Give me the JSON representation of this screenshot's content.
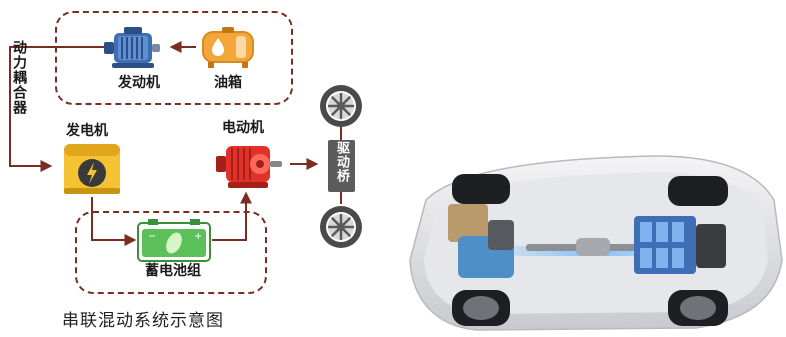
{
  "diagram": {
    "engine_label": "发动机",
    "fuel_tank_label": "油箱",
    "coupler_label": "动力耦合器",
    "generator_label": "发电机",
    "motor_label": "电动机",
    "battery_label": "蓄电池组",
    "drive_axle_label": "驱动桥",
    "caption": "串联混动系统示意图"
  },
  "colors": {
    "arrow": "#7a2e22",
    "tank": "#f3a73a",
    "engine": "#3f6fb0",
    "generator": "#f5c233",
    "motor": "#e0322a",
    "battery": "#5bbf5a",
    "axle_box": "#5c5c5c"
  },
  "icons": [
    "engine-icon",
    "fuel-tank-icon",
    "generator-icon",
    "motor-icon",
    "battery-icon",
    "wheel-icon"
  ]
}
